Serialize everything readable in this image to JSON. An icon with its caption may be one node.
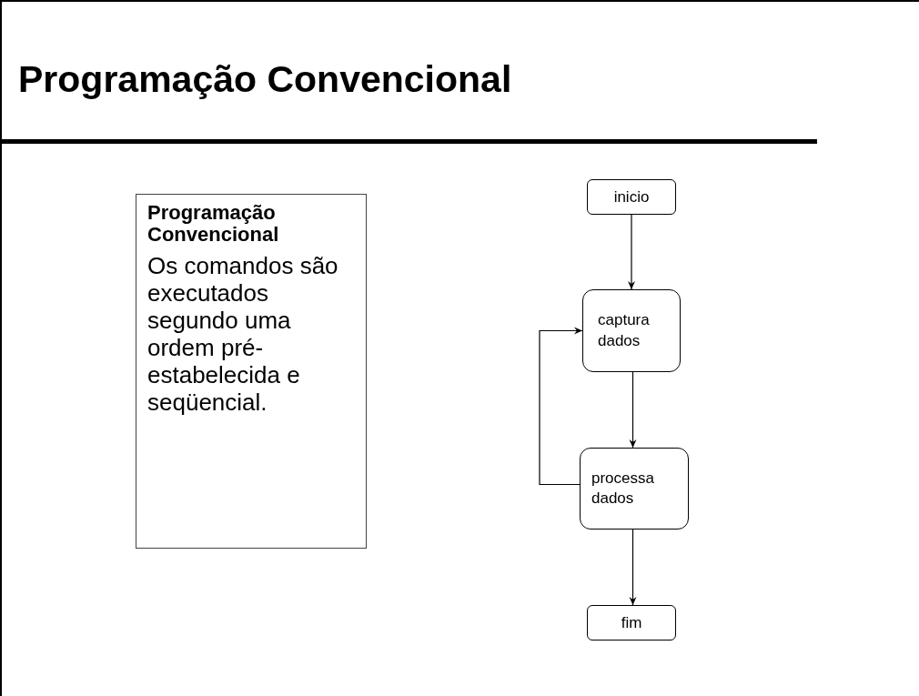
{
  "diagram": {
    "title": "Programação Convencional",
    "nodes": [
      {
        "text": [
          "Programação Convencional",
          "Os comandos são executados segundo uma ordem pré-estabelecida e seqüencial."
        ]
      },
      {
        "text": [
          "inicio"
        ]
      },
      {
        "text": [
          "captura dados"
        ]
      },
      {
        "text": [
          "processa dados"
        ]
      },
      {
        "text": [
          "fim"
        ]
      }
    ],
    "edges": [
      {
        "from": 1,
        "to": 2,
        "arrow": "to"
      },
      {
        "from": 2,
        "to": 3,
        "arrow": "to"
      },
      {
        "from": 3,
        "to": 2,
        "arrow": "to"
      },
      {
        "from": 3,
        "to": 4,
        "arrow": "to"
      }
    ]
  }
}
